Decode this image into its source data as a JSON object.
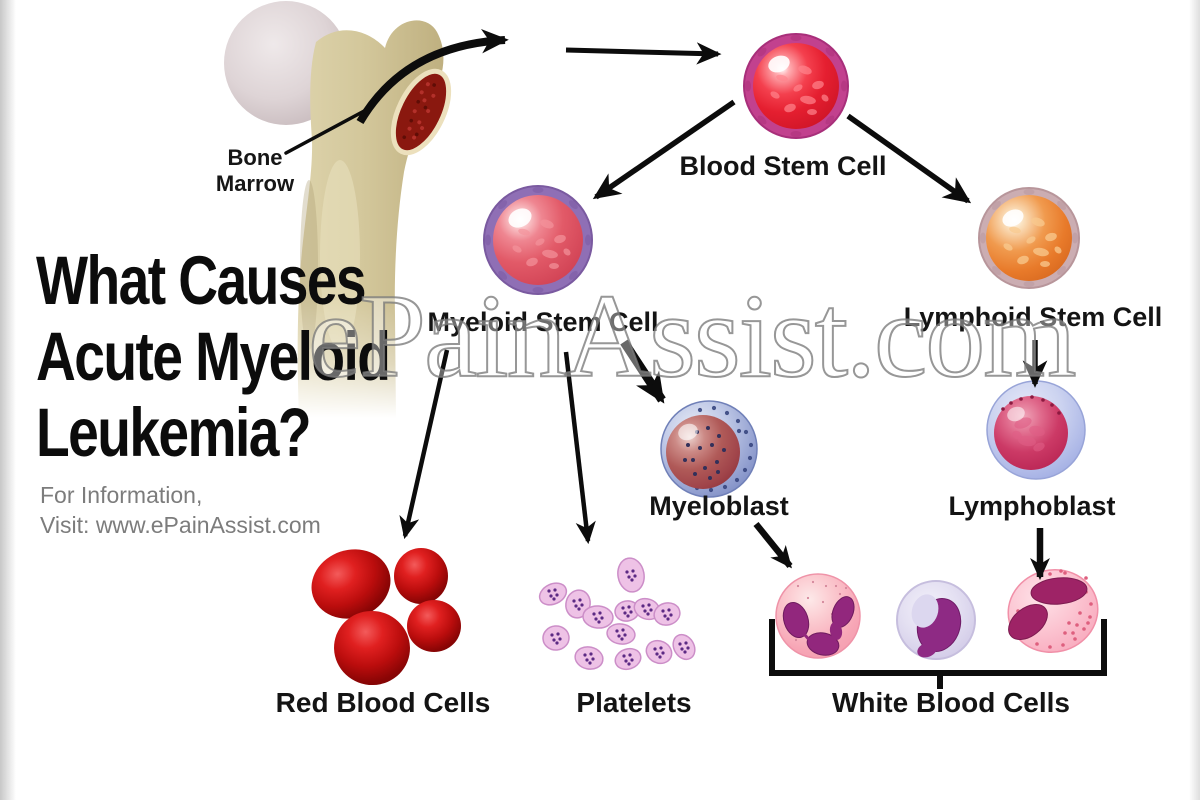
{
  "page": {
    "title_lines": [
      "What Causes",
      "Acute Myeloid",
      "Leukemia?"
    ],
    "info": {
      "line1": "For Information,",
      "line2": "Visit: www.ePainAssist.com"
    },
    "watermark": "ePainAssist.com"
  },
  "diagram": {
    "labels": {
      "bone_marrow": "Bone Marrow",
      "blood_stem_cell": "Blood Stem Cell",
      "myeloid_stem_cell": "Myeloid Stem Cell",
      "lymphoid_stem_cell": "Lymphoid Stem Cell",
      "myeloblast": "Myeloblast",
      "lymphoblast": "Lymphoblast",
      "red_blood_cells": "Red Blood Cells",
      "platelets": "Platelets",
      "white_blood_cells": "White Blood Cells"
    },
    "flow": [
      "Bone Marrow → Blood Stem Cell",
      "Blood Stem Cell → Myeloid Stem Cell",
      "Blood Stem Cell → Lymphoid Stem Cell",
      "Myeloid Stem Cell → Red Blood Cells",
      "Myeloid Stem Cell → Platelets",
      "Myeloid Stem Cell → Myeloblast",
      "Lymphoid Stem Cell → Lymphoblast",
      "Myeloblast → White Blood Cells",
      "Lymphoblast → White Blood Cells"
    ],
    "colors": {
      "title_text": "#0c0c0c",
      "info_text": "#7c7c7c",
      "arrow": "#0c0c0c",
      "watermark_outline": "#7a7a7a",
      "bone": "#d3c79b",
      "bone_marrow_red": "#8a180f",
      "blood_stem_ring": "#c2418e",
      "blood_stem_body": "#e51f30",
      "myeloid_ring": "#8f6fb5",
      "myeloid_body": "#e25a68",
      "lymphoid_ring": "#cbadb2",
      "lymphoid_body": "#e87a2a",
      "myeloblast_outer": "#93a0d0",
      "myeloblast_nucleus": "#a0444a",
      "lymphoblast_outer": "#aab5e6",
      "lymphoblast_nucleus": "#cc3a66",
      "red_blood_cell": "#bb0d0d",
      "platelet": "#eec2e6",
      "wbc_pink": "#f7a6b6",
      "wbc_lavender": "#d3cce8",
      "wbc_nucleus_purple": "#92277d"
    }
  }
}
